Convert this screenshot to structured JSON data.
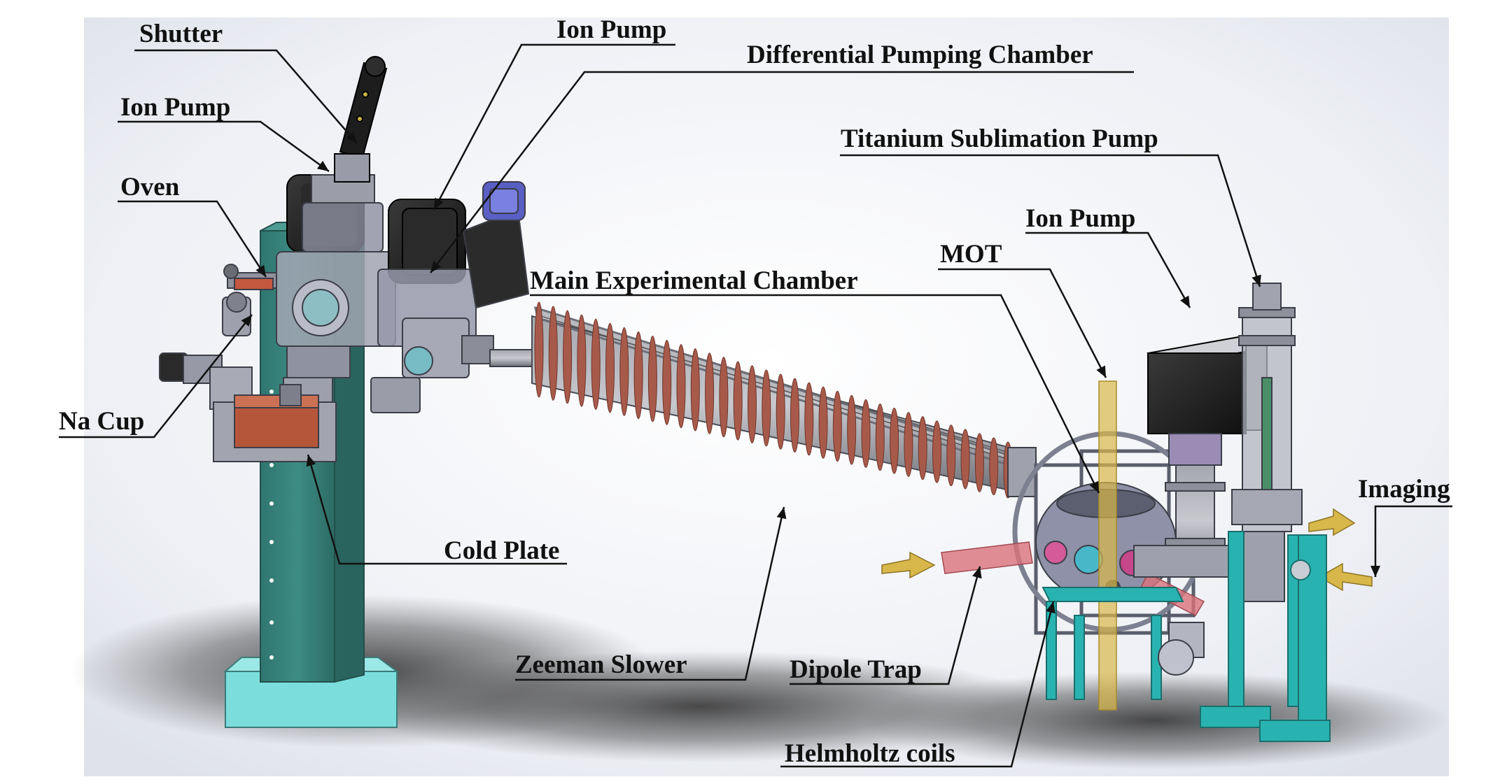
{
  "diagram": {
    "labels": {
      "shutter": "Shutter",
      "ion_pump_left": "Ion Pump",
      "oven": "Oven",
      "na_cup": "Na Cup",
      "ion_pump_top": "Ion Pump",
      "differential_pumping_chamber": "Differential Pumping Chamber",
      "main_experimental_chamber": "Main Experimental Chamber",
      "titanium_sublimation_pump": "Titanium Sublimation Pump",
      "ion_pump_right": "Ion Pump",
      "mot": "MOT",
      "imaging": "Imaging",
      "cold_plate": "Cold Plate",
      "zeeman_slower": "Zeeman Slower",
      "dipole_trap": "Dipole Trap",
      "helmholtz_coils": "Helmholtz coils"
    },
    "colors": {
      "stand": "#3d8c84",
      "stand_base": "#7bdedd",
      "coil": "#a85a4a",
      "steel": "#8a8d99",
      "pump_black": "#1c1c1c",
      "copper": "#b5563b",
      "beam_yellow": "#d8b84a",
      "beam_red": "#d9727a",
      "leg_teal": "#29b3b0",
      "leader_line": "#111111"
    }
  }
}
